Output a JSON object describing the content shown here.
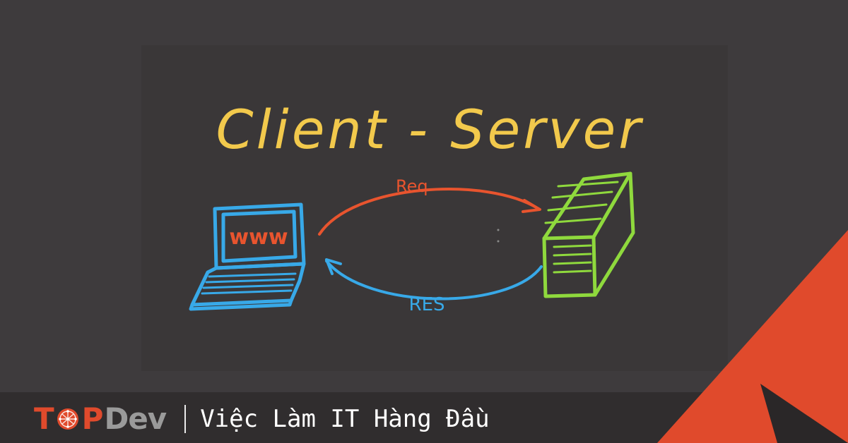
{
  "diagram": {
    "title": "Client - Server",
    "request_label": "Req",
    "response_label": "RES",
    "screen_text": "www"
  },
  "brand": {
    "logo_t": "T",
    "logo_o_icon": "globe-icon",
    "logo_p": "P",
    "logo_dev": "Dev",
    "tagline": "Việc Làm IT Hàng Đầu"
  },
  "colors": {
    "background": "#3e3b3d",
    "board": "#3a3738",
    "footer": "#302d2e",
    "title": "#f2c94c",
    "laptop": "#38a9e8",
    "server": "#8fd93d",
    "request_arrow": "#e8542e",
    "response_arrow": "#38a9e8",
    "accent": "#e04a2c"
  }
}
